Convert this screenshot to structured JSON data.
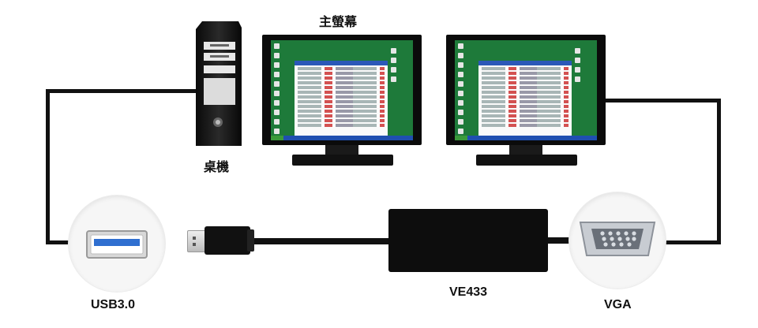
{
  "labels": {
    "main_screen": "主螢幕",
    "desktop": "桌機",
    "usb": "USB3.0",
    "adapter": "VE433",
    "vga": "VGA"
  },
  "colors": {
    "usb_blue": "#2f6fd0",
    "screen_green": "#1e7a3a",
    "window_title": "#2b58b8",
    "cable": "#111111"
  }
}
